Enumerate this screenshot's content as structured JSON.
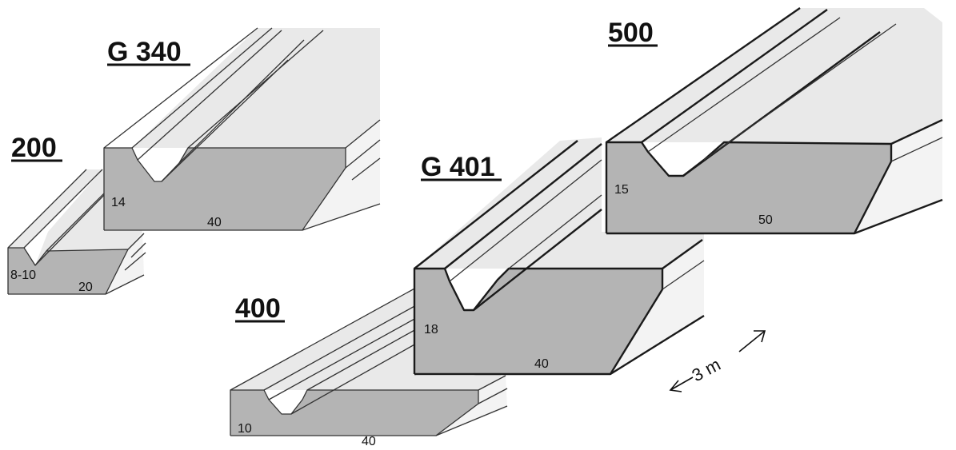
{
  "profiles": [
    {
      "title": "200",
      "height": "8-10",
      "width": "20"
    },
    {
      "title": "G 340",
      "height": "14",
      "width": "40"
    },
    {
      "title": "400",
      "height": "10",
      "width": "40"
    },
    {
      "title": "G 401",
      "height": "18",
      "width": "40"
    },
    {
      "title": "500",
      "height": "15",
      "width": "50"
    }
  ],
  "length_label": "3 m",
  "colors": {
    "face": "#b4b4b4",
    "top": "#e9e9e9",
    "side": "#f3f3f3",
    "edge": "#333333"
  }
}
